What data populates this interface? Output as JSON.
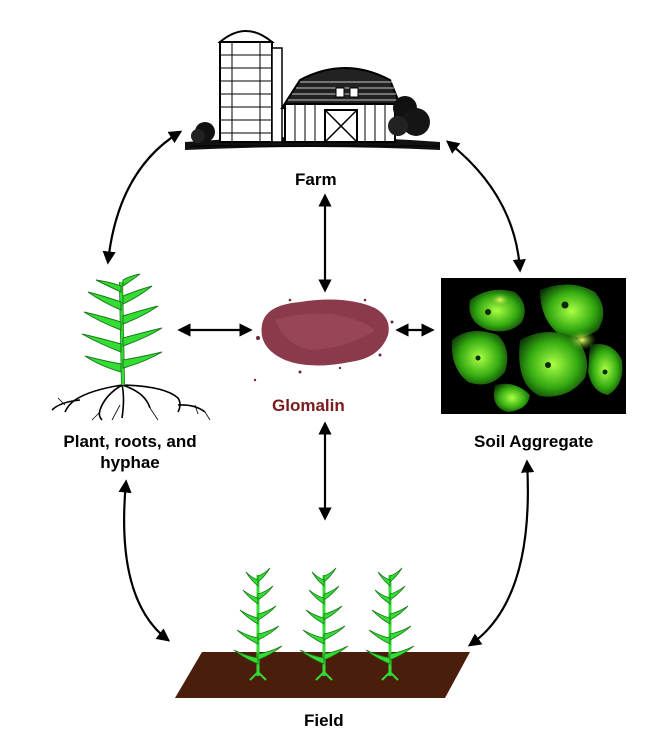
{
  "labels": {
    "farm": "Farm",
    "glomalin": "Glomalin",
    "plant": "Plant, roots, and hyphae",
    "soil": "Soil Aggregate",
    "field": "Field"
  },
  "colors": {
    "glomalin_text": "#7a1a1a",
    "glomalin_powder": "#8a3a4a",
    "plant_green": "#33dd33",
    "plant_stroke": "#1a7a1a",
    "soil_bg": "#000000",
    "soil_green": "#44cc22",
    "field_soil": "#4a1e0a",
    "arrow": "#000000"
  },
  "icons": {
    "farm": "barn-silo-icon",
    "glomalin": "powder-pile-icon",
    "plant": "corn-plant-icon",
    "soil": "fluorescent-aggregate-image",
    "field": "cornfield-icon"
  }
}
